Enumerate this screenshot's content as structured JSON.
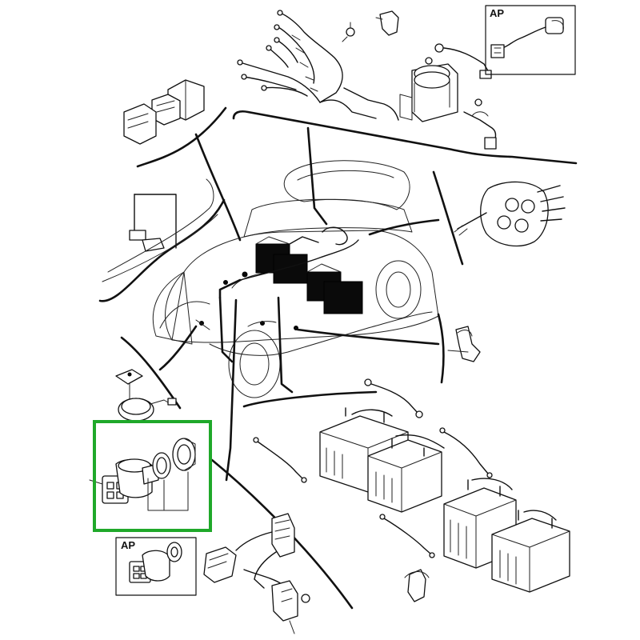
{
  "diagram": {
    "callouts": [
      {
        "id": "ap-top-right",
        "label": "AP"
      },
      {
        "id": "ap-bottom-left",
        "label": "AP"
      }
    ],
    "highlight": {
      "target": "main-switch-assembly",
      "color": "#1fa82a"
    },
    "colors": {
      "line": "#111111",
      "battery": "#0a0a0a",
      "background": "#ffffff"
    }
  }
}
